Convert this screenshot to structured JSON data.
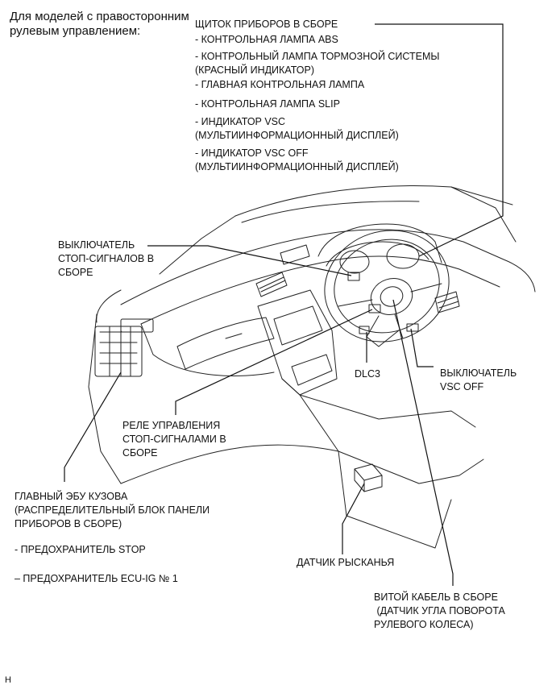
{
  "caption": "Для моделей с правосторонним\nрулевым управлением:",
  "cluster": {
    "title": "ЩИТОК ПРИБОРОВ В СБОРЕ",
    "items": [
      "- КОНТРОЛЬНАЯ ЛАМПА ABS",
      "- КОНТРОЛЬНЫЙ ЛАМПА ТОРМОЗНОЙ СИСТЕМЫ\n(КРАСНЫЙ ИНДИКАТОР)",
      "- ГЛАВНАЯ КОНТРОЛЬНАЯ ЛАМПА",
      "- КОНТРОЛЬНАЯ ЛАМПА SLIP",
      "- ИНДИКАТОР VSC\n(МУЛЬТИИНФОРМАЦИОННЫЙ ДИСПЛЕЙ)",
      "- ИНДИКАТОР VSC OFF\n(МУЛЬТИИНФОРМАЦИОННЫЙ ДИСПЛЕЙ)"
    ]
  },
  "labels": {
    "stop_switch": "ВЫКЛЮЧАТЕЛЬ\nСТОП-СИГНАЛОВ В\nСБОРЕ",
    "dlc3": "DLC3",
    "vsc_off_switch": "ВЫКЛЮЧАТЕЛЬ\nVSC OFF",
    "stop_relay": "РЕЛЕ УПРАВЛЕНИЯ\nСТОП-СИГНАЛАМИ В\nСБОРЕ",
    "body_ecu": "ГЛАВНЫЙ ЭБУ КУЗОВА\n(РАСПРЕДЕЛИТЕЛЬНЫЙ БЛОК ПАНЕЛИ\nПРИБОРОВ В СБОРЕ)",
    "fuse_stop": "- ПРЕДОХРАНИТЕЛЬ STOP",
    "fuse_ecu_ig": "– ПРЕДОХРАНИТЕЛЬ ECU-IG № 1",
    "yaw_sensor": "ДАТЧИК РЫСКАНЬЯ",
    "spiral_cable": "ВИТОЙ КАБЕЛЬ В СБОРЕ\n (ДАТЧИК УГЛА ПОВОРОТА\nРУЛЕВОГО КОЛЕСА)"
  },
  "figure_code": "H"
}
